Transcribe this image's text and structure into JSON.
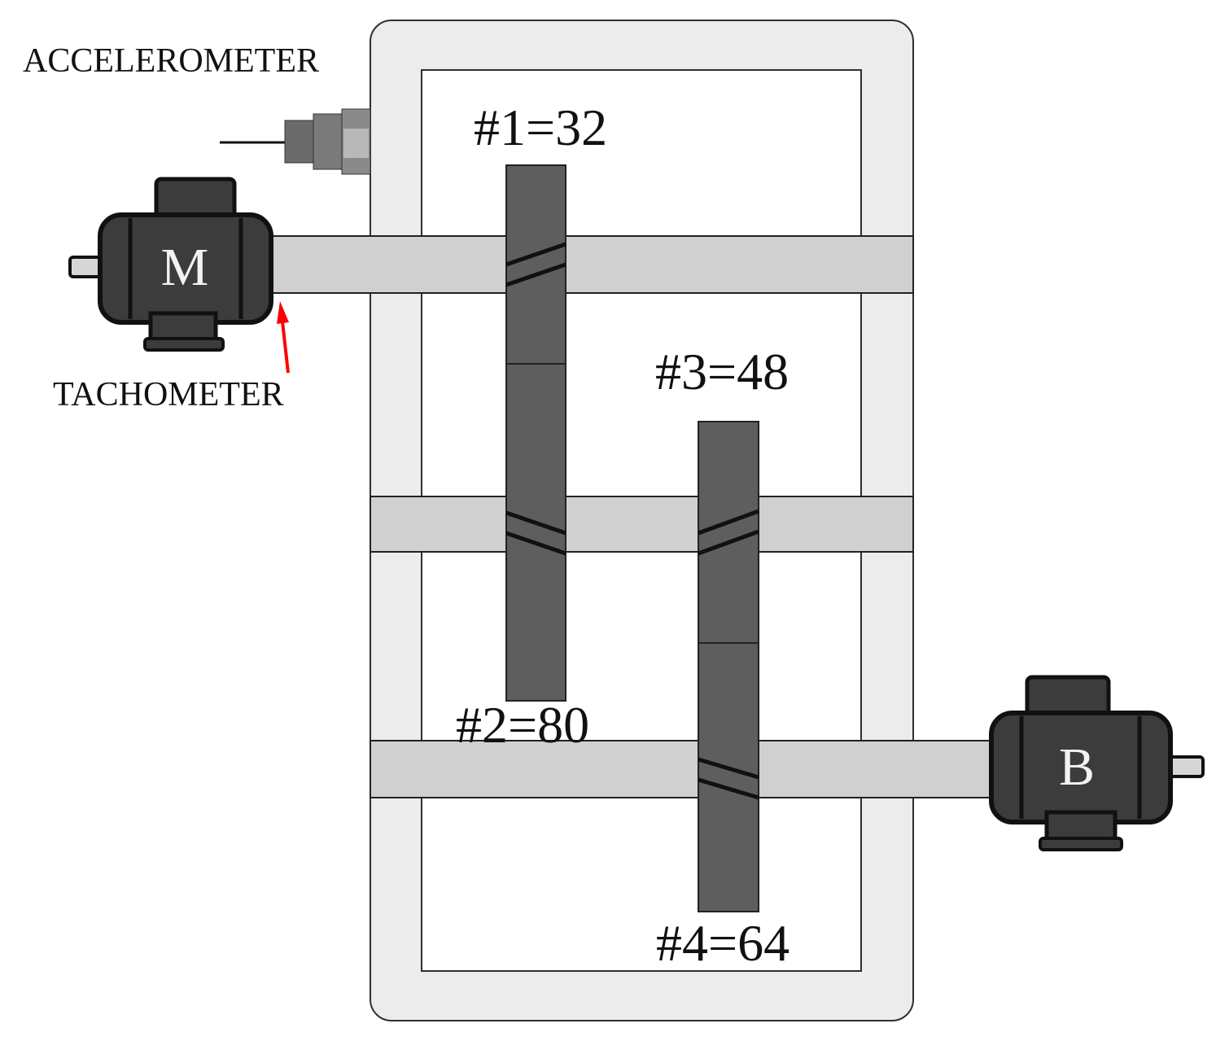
{
  "labels": {
    "accelerometer": "ACCELEROMETER",
    "tachometer": "TACHOMETER",
    "gear1": "#1=32",
    "gear2": "#2=80",
    "gear3": "#3=48",
    "gear4": "#4=64",
    "motor_drive": "M",
    "motor_brake": "B"
  },
  "colors": {
    "housing_fill": "#ececec",
    "housing_stroke": "#333333",
    "shaft": "#d0d0d0",
    "gear": "#5e5e5e",
    "motor_body": "#3c3c3c",
    "tachometer_arrow": "#ff0000"
  },
  "icons": {
    "motor": "electric-motor-icon",
    "sensor": "accelerometer-sensor-icon",
    "arrow": "arrow-up-icon"
  }
}
